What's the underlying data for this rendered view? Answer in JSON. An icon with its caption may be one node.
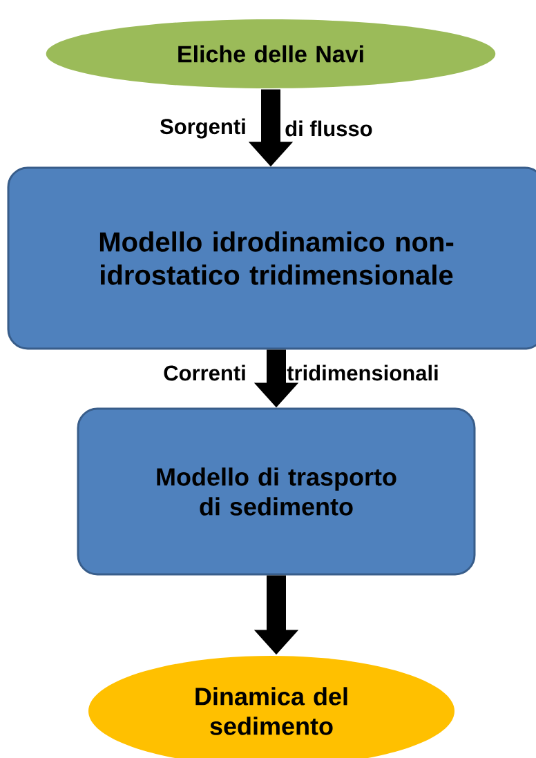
{
  "diagram": {
    "nodes": [
      {
        "text": [
          "Eliche delle Navi"
        ]
      },
      {
        "text": [
          "Modello idrodinamico non-idrostatico tridimensionale"
        ]
      },
      {
        "text": [
          "Modello di trasporto di sedimento"
        ]
      },
      {
        "text": [
          "Dinamica del sedimento"
        ]
      }
    ],
    "edges": [
      {
        "from": 0,
        "to": 1,
        "arrow": "to"
      },
      {
        "from": 1,
        "to": 2,
        "arrow": "to"
      },
      {
        "from": 2,
        "to": 3,
        "arrow": "to"
      }
    ],
    "labels": [
      "Sorgenti",
      "di flusso",
      "Correnti",
      "tridimensionali"
    ]
  }
}
